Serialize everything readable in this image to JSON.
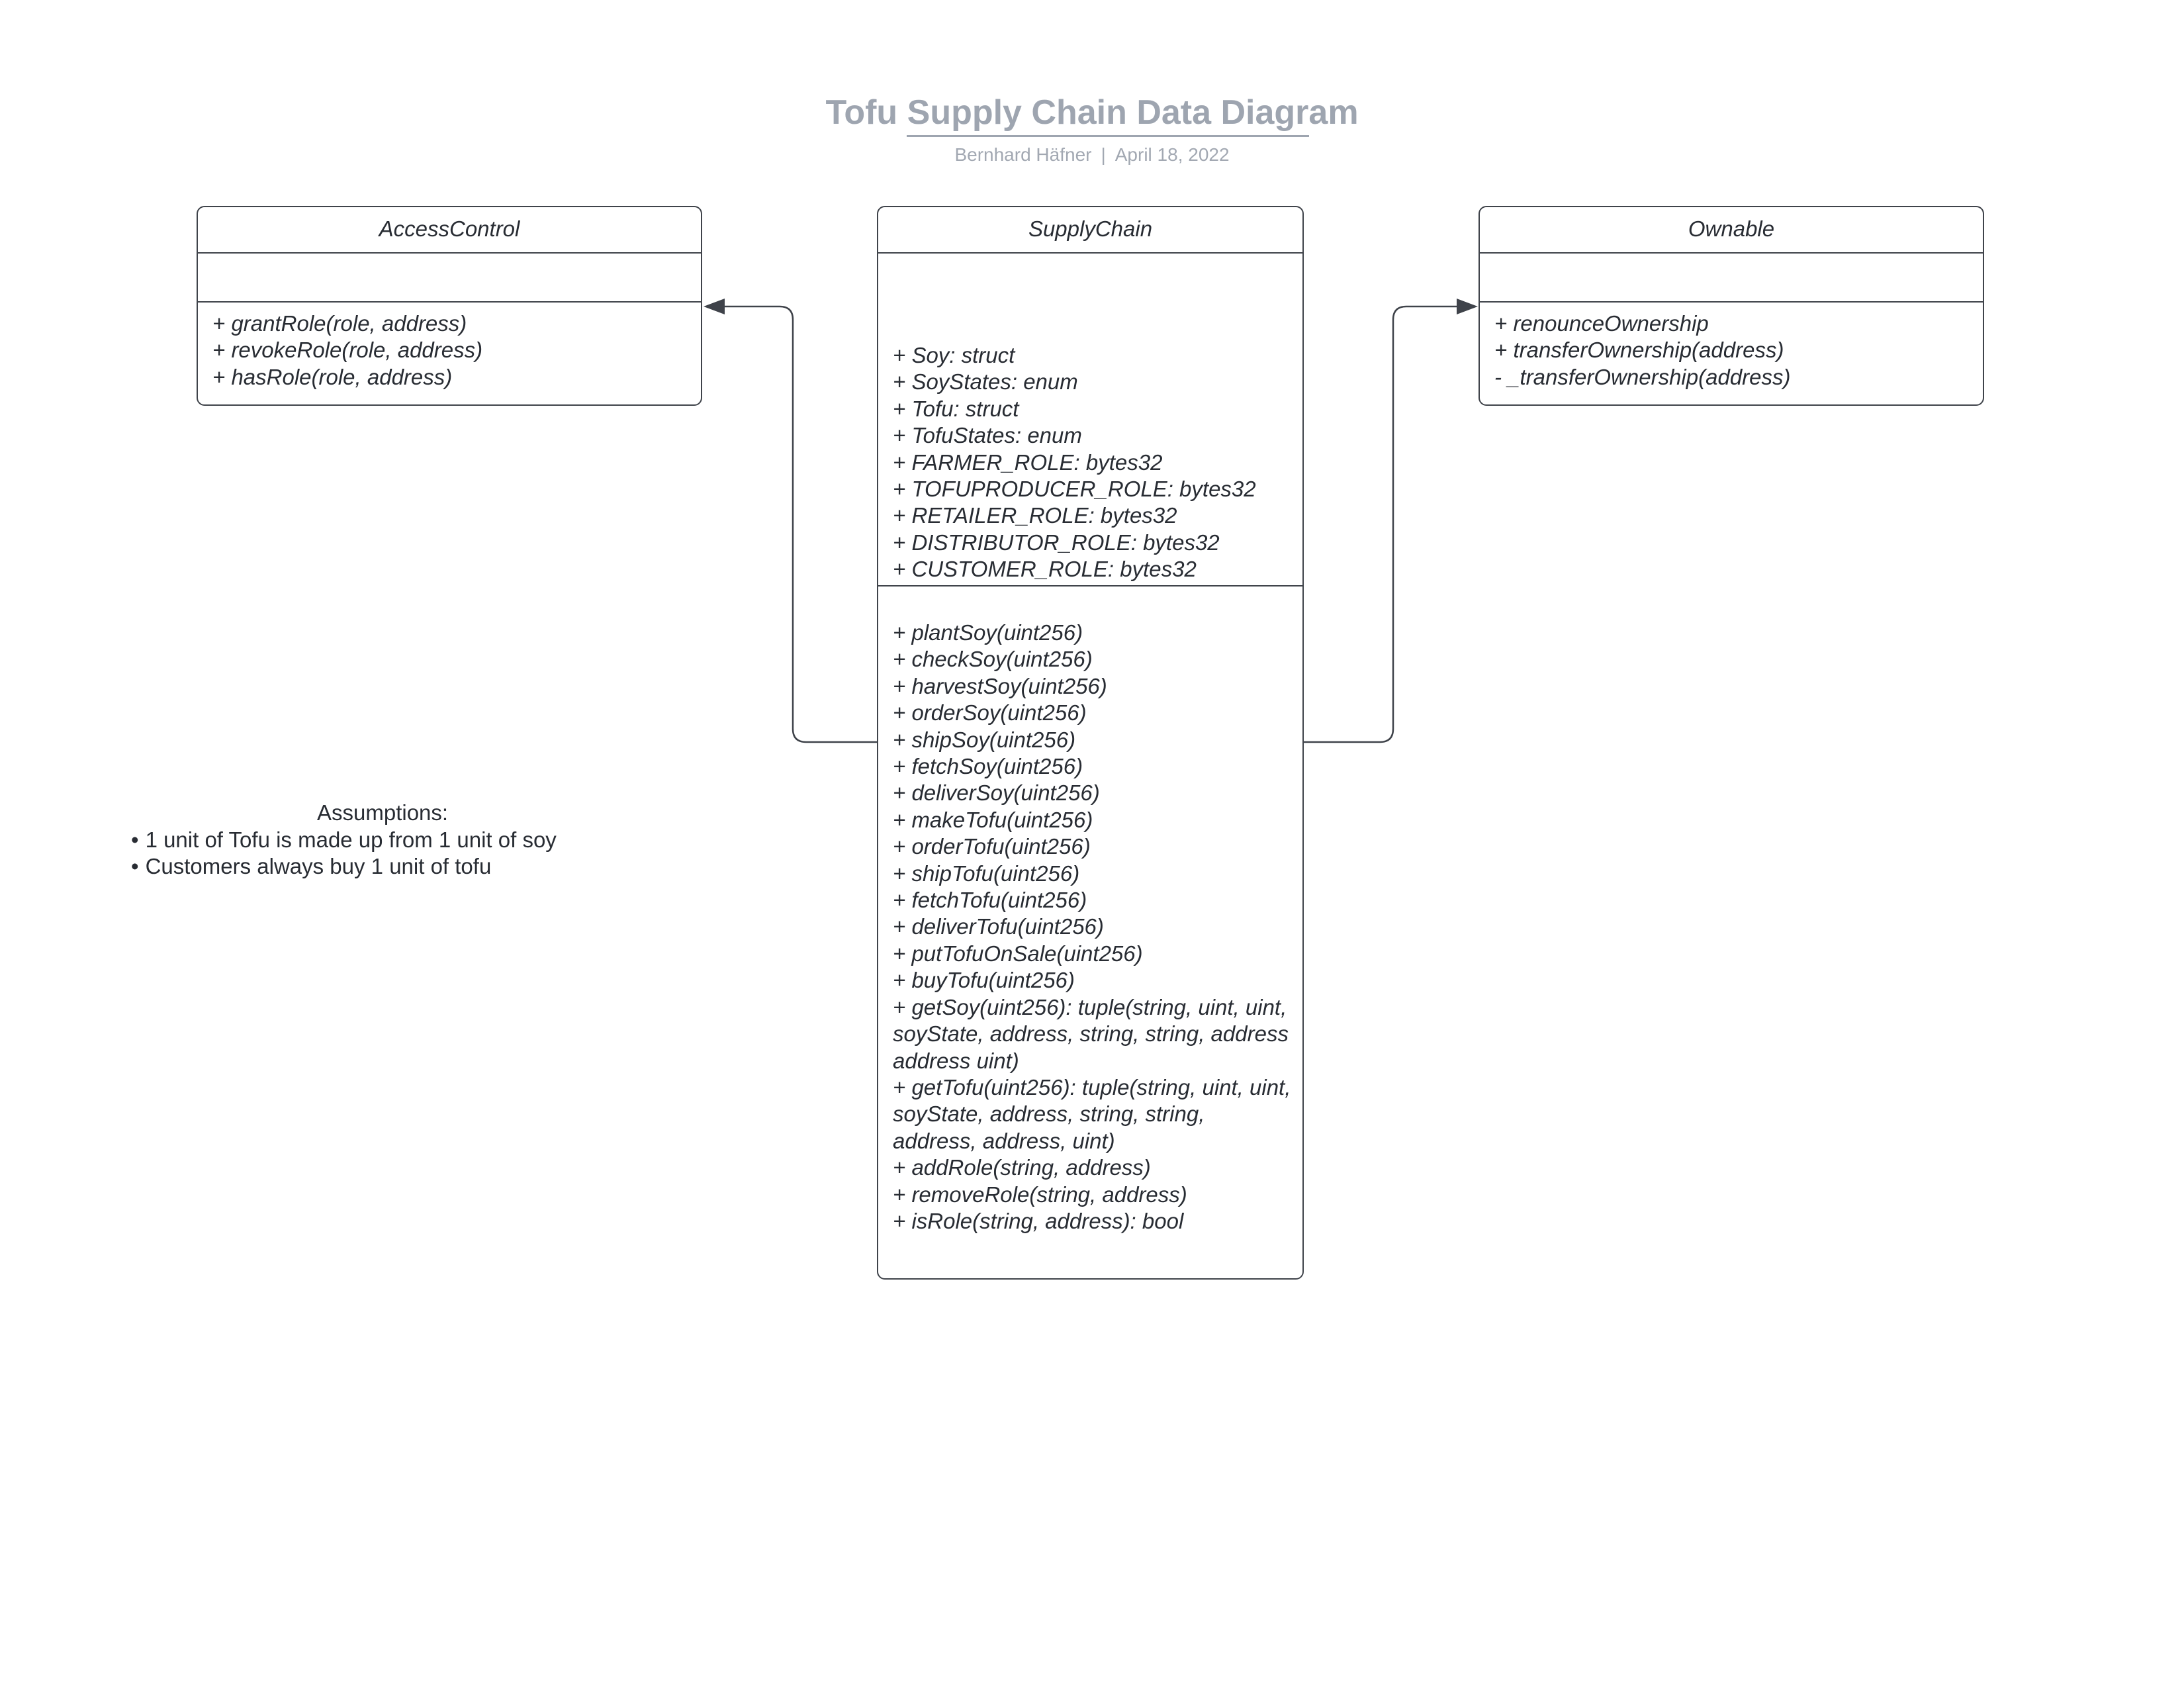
{
  "document": {
    "title": "Tofu Supply Chain Data Diagram",
    "author": "Bernhard Häfner",
    "separator": "|",
    "date": "April 18, 2022"
  },
  "classes": {
    "access_control": {
      "name": "AccessControl",
      "attributes": [],
      "operations": [
        "+ grantRole(role, address)",
        "+ revokeRole(role, address)",
        "+ hasRole(role, address)"
      ]
    },
    "supply_chain": {
      "name": "SupplyChain",
      "attributes": [
        "+ Soy: struct",
        "+ SoyStates: enum",
        "+ Tofu: struct",
        "+ TofuStates: enum",
        "+ FARMER_ROLE: bytes32",
        "+ TOFUPRODUCER_ROLE: bytes32",
        "+ RETAILER_ROLE: bytes32",
        "+ DISTRIBUTOR_ROLE: bytes32",
        "+ CUSTOMER_ROLE: bytes32"
      ],
      "operations": [
        "+ plantSoy(uint256)",
        "+ checkSoy(uint256)",
        "+ harvestSoy(uint256)",
        "+ orderSoy(uint256)",
        "+ shipSoy(uint256)",
        "+ fetchSoy(uint256)",
        "+ deliverSoy(uint256)",
        "+ makeTofu(uint256)",
        "+ orderTofu(uint256)",
        "+ shipTofu(uint256)",
        "+ fetchTofu(uint256)",
        "+ deliverTofu(uint256)",
        "+ putTofuOnSale(uint256)",
        "+ buyTofu(uint256)",
        "+ getSoy(uint256): tuple(string, uint, uint, soyState, address, string, string, address address uint)",
        "+ getTofu(uint256): tuple(string, uint, uint, soyState, address, string, string, address, address, uint)",
        "+ addRole(string, address)",
        "+ removeRole(string, address)",
        "+ isRole(string, address): bool"
      ]
    },
    "ownable": {
      "name": "Ownable",
      "attributes": [],
      "operations": [
        "+ renounceOwnership",
        "+ transferOwnership(address)",
        "- _transferOwnership(address)"
      ]
    }
  },
  "relationships": [
    {
      "from": "SupplyChain",
      "to": "AccessControl",
      "type": "generalization"
    },
    {
      "from": "SupplyChain",
      "to": "Ownable",
      "type": "generalization"
    }
  ],
  "assumptions": {
    "heading": "Assumptions:",
    "bullet": "•",
    "items": [
      "1 unit of Tofu is made up from 1 unit of soy",
      "Customers always buy 1 unit of tofu"
    ]
  },
  "colors": {
    "title": "#9ea5b0",
    "text": "#282c33",
    "border": "#3f434a",
    "background": "#ffffff"
  }
}
